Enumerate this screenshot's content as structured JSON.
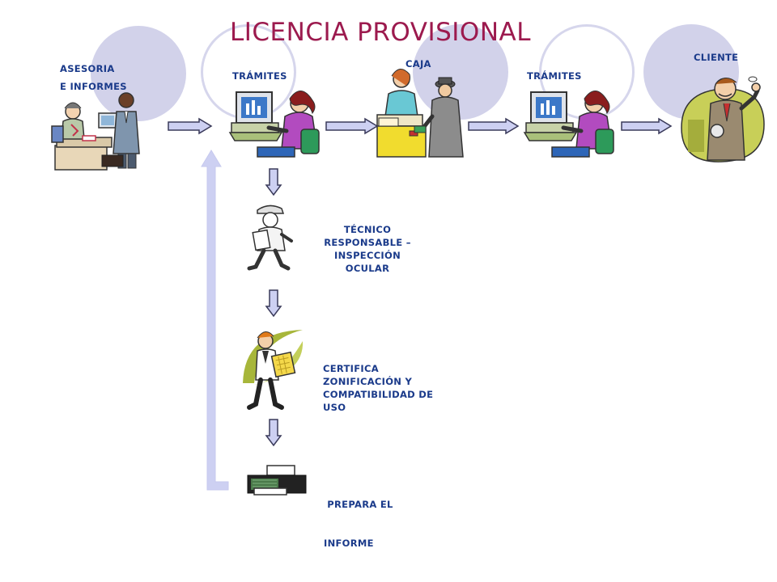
{
  "title": "LICENCIA PROVISIONAL",
  "top_row": {
    "asesoria": {
      "line1": "ASESORIA",
      "line2": "E INFORMES"
    },
    "tramites_1": "TRÁMITES",
    "caja": "CAJA",
    "tramites_2": "TRÁMITES",
    "cliente": "CLIENTE"
  },
  "vertical_flow": {
    "tecnico": {
      "line1": "TÉCNICO",
      "line2": "RESPONSABLE –",
      "line3": "INSPECCIÓN",
      "line4": "OCULAR"
    },
    "certifica": {
      "line1": "CERTIFICA",
      "line2": "ZONIFICACIÓN Y",
      "line3": "COMPATIBILIDAD DE",
      "line4": "USO"
    },
    "prepara": {
      "line1": " PREPARA EL",
      "line2": "INFORME"
    }
  },
  "colors": {
    "title": "#9c1a4e",
    "label": "#1a3a8a",
    "circle": "#d2d2ea",
    "arrow_fill": "#cdd0f2",
    "arrow_stroke": "#3a3a5a"
  }
}
